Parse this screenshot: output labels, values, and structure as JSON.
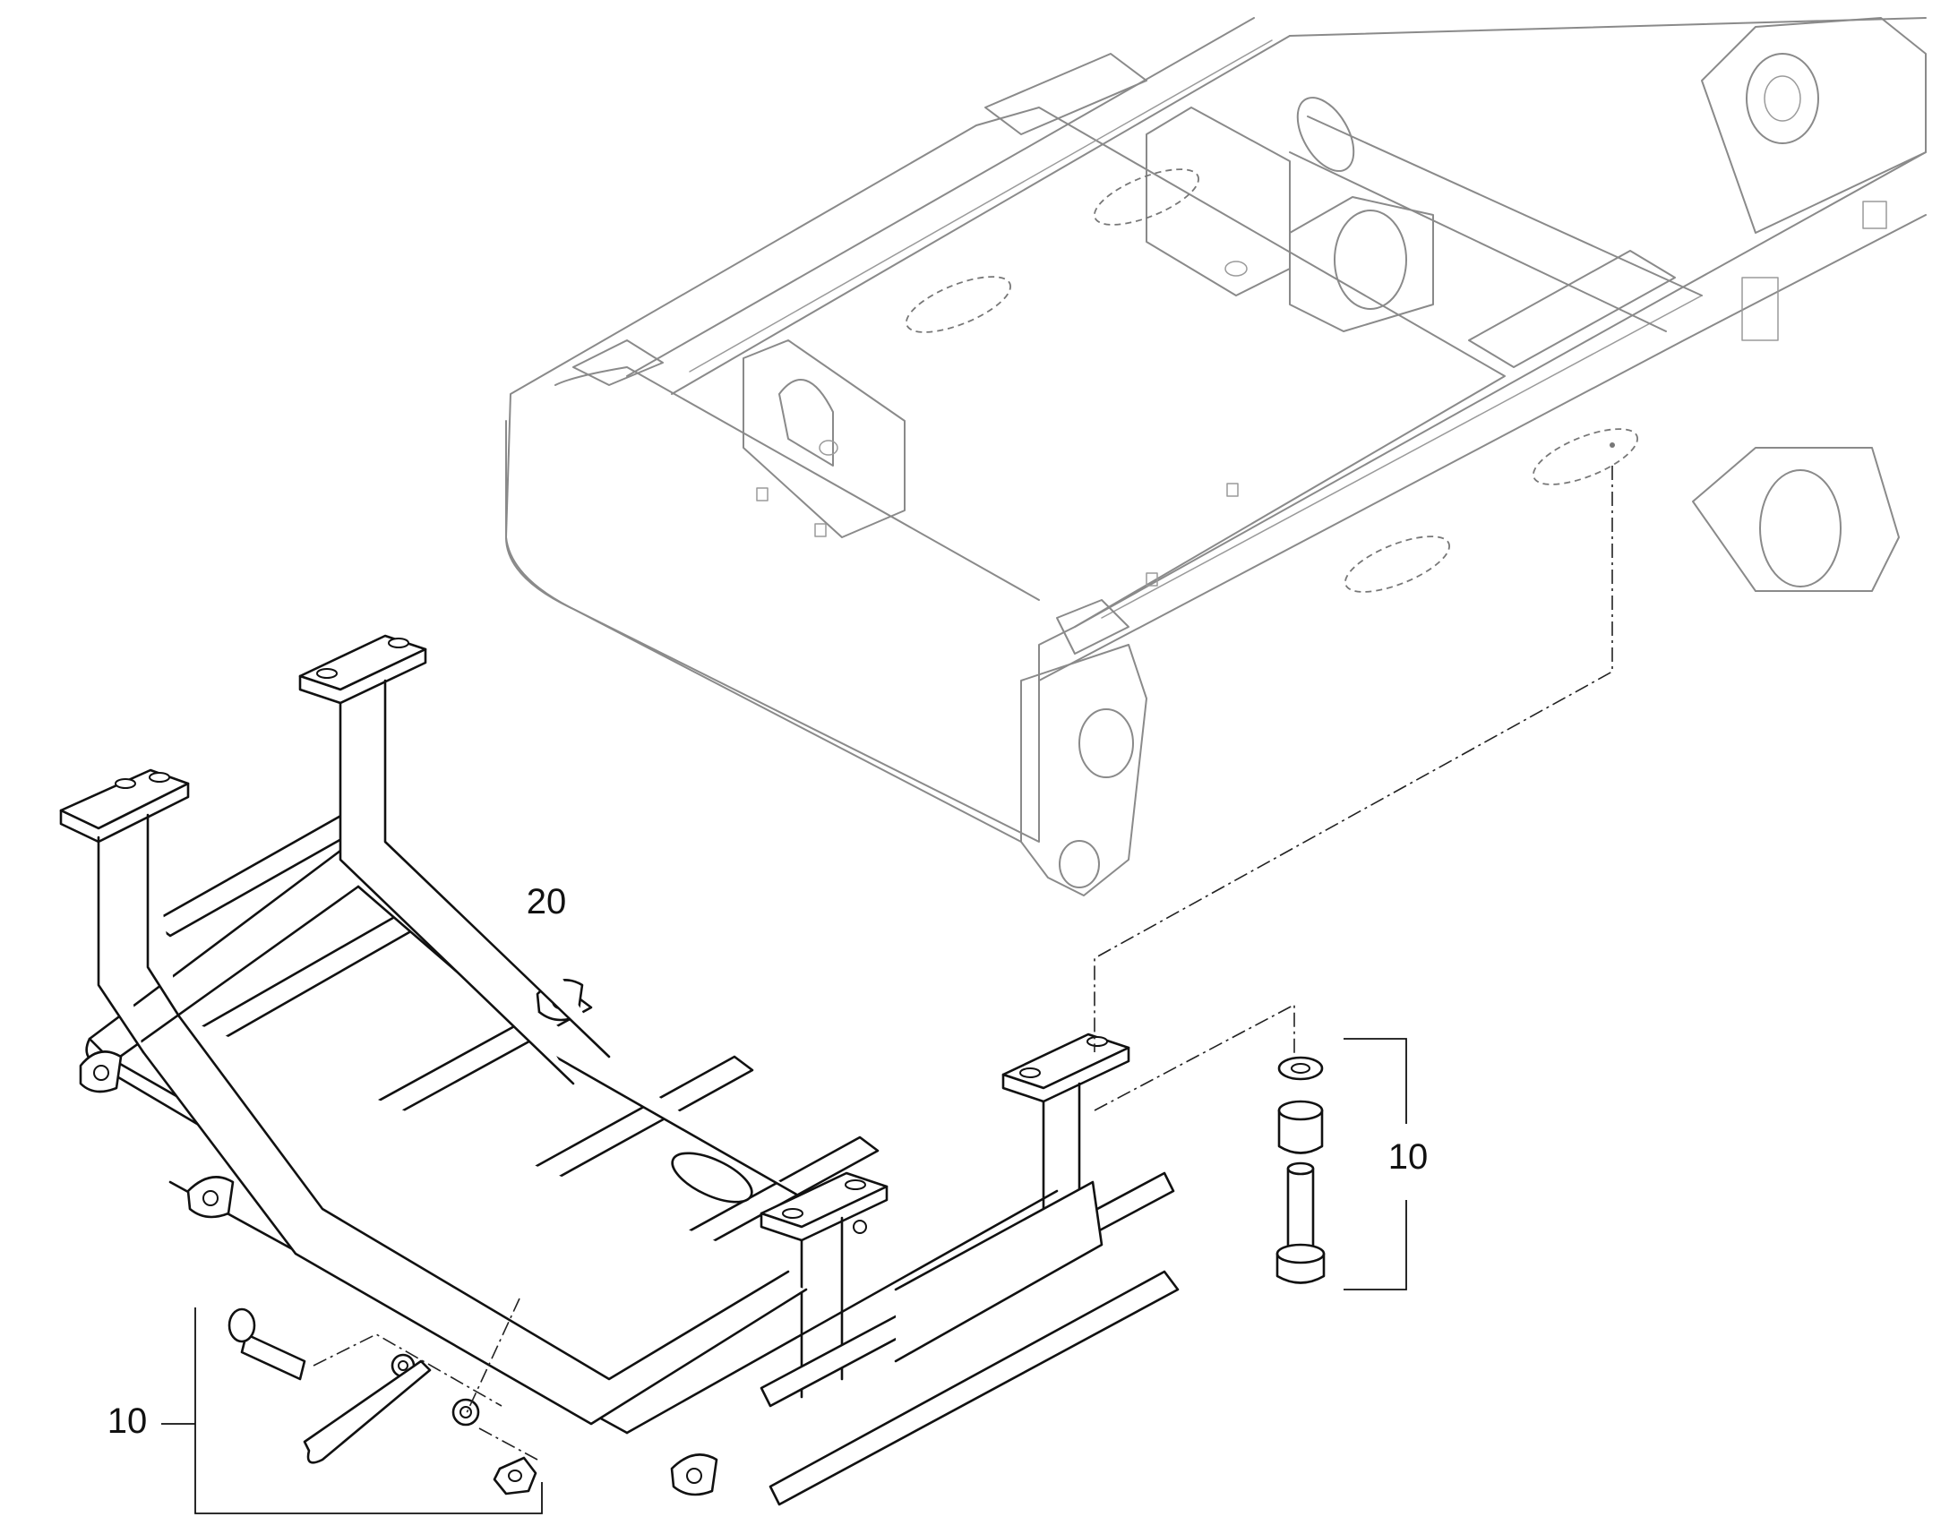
{
  "callouts": {
    "frame_assembly": "20",
    "hardware_kit_right": "10",
    "hardware_kit_left": "10"
  },
  "colors": {
    "line_part": "#111111",
    "line_context": "#8a8a8a",
    "background": "#ffffff"
  }
}
